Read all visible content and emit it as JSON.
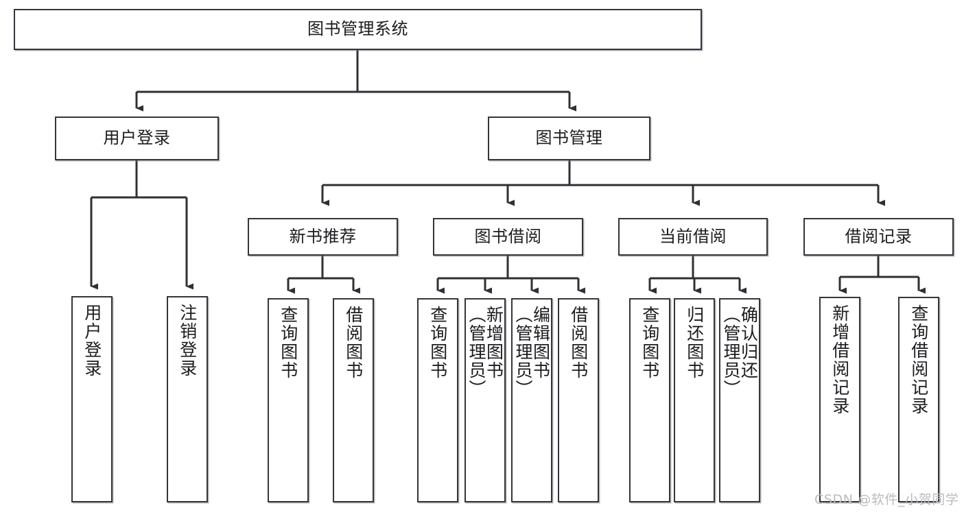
{
  "diagram": {
    "title": "图书管理系统",
    "type": "tree-hierarchy-diagram",
    "colors": {
      "box_border": "#33353a",
      "box_fill": "#ffffff",
      "edge": "#33353a",
      "shadow": "#787a80",
      "watermark": "#b9bbbe",
      "background": "#ffffff"
    },
    "watermark": "CSDN @软件_小贺同学",
    "nodes": {
      "root": {
        "label": "图书管理系统"
      },
      "level1": [
        {
          "id": "user-login",
          "label": "用户登录"
        },
        {
          "id": "book-management",
          "label": "图书管理"
        }
      ],
      "level2": [
        {
          "id": "new-book-recommend",
          "label": "新书推荐"
        },
        {
          "id": "book-borrow",
          "label": "图书借阅"
        },
        {
          "id": "current-borrow",
          "label": "当前借阅"
        },
        {
          "id": "borrow-record",
          "label": "借阅记录"
        }
      ],
      "leaves": {
        "user_login": [
          {
            "id": "user-login-leaf",
            "label": "用户登录"
          },
          {
            "id": "logout-leaf",
            "label": "注销登录"
          }
        ],
        "new_book_recommend": [
          {
            "id": "query-book-1",
            "label": "查询图书"
          },
          {
            "id": "borrow-book-1",
            "label": "借阅图书"
          }
        ],
        "book_borrow": [
          {
            "id": "query-book-2",
            "label": "查询图书"
          },
          {
            "id": "add-book",
            "label": "新增图书\n（管理员）"
          },
          {
            "id": "edit-book",
            "label": "编辑图书\n（管理员）"
          },
          {
            "id": "borrow-book-2",
            "label": "借阅图书"
          }
        ],
        "current_borrow": [
          {
            "id": "query-book-3",
            "label": "查询图书"
          },
          {
            "id": "return-book",
            "label": "归还图书"
          },
          {
            "id": "confirm-return",
            "label": "确认归还\n（管理员）"
          }
        ],
        "borrow_record": [
          {
            "id": "add-borrow-record",
            "label": "新增借阅记录"
          },
          {
            "id": "query-borrow-record",
            "label": "查询借阅记录"
          }
        ]
      }
    }
  }
}
